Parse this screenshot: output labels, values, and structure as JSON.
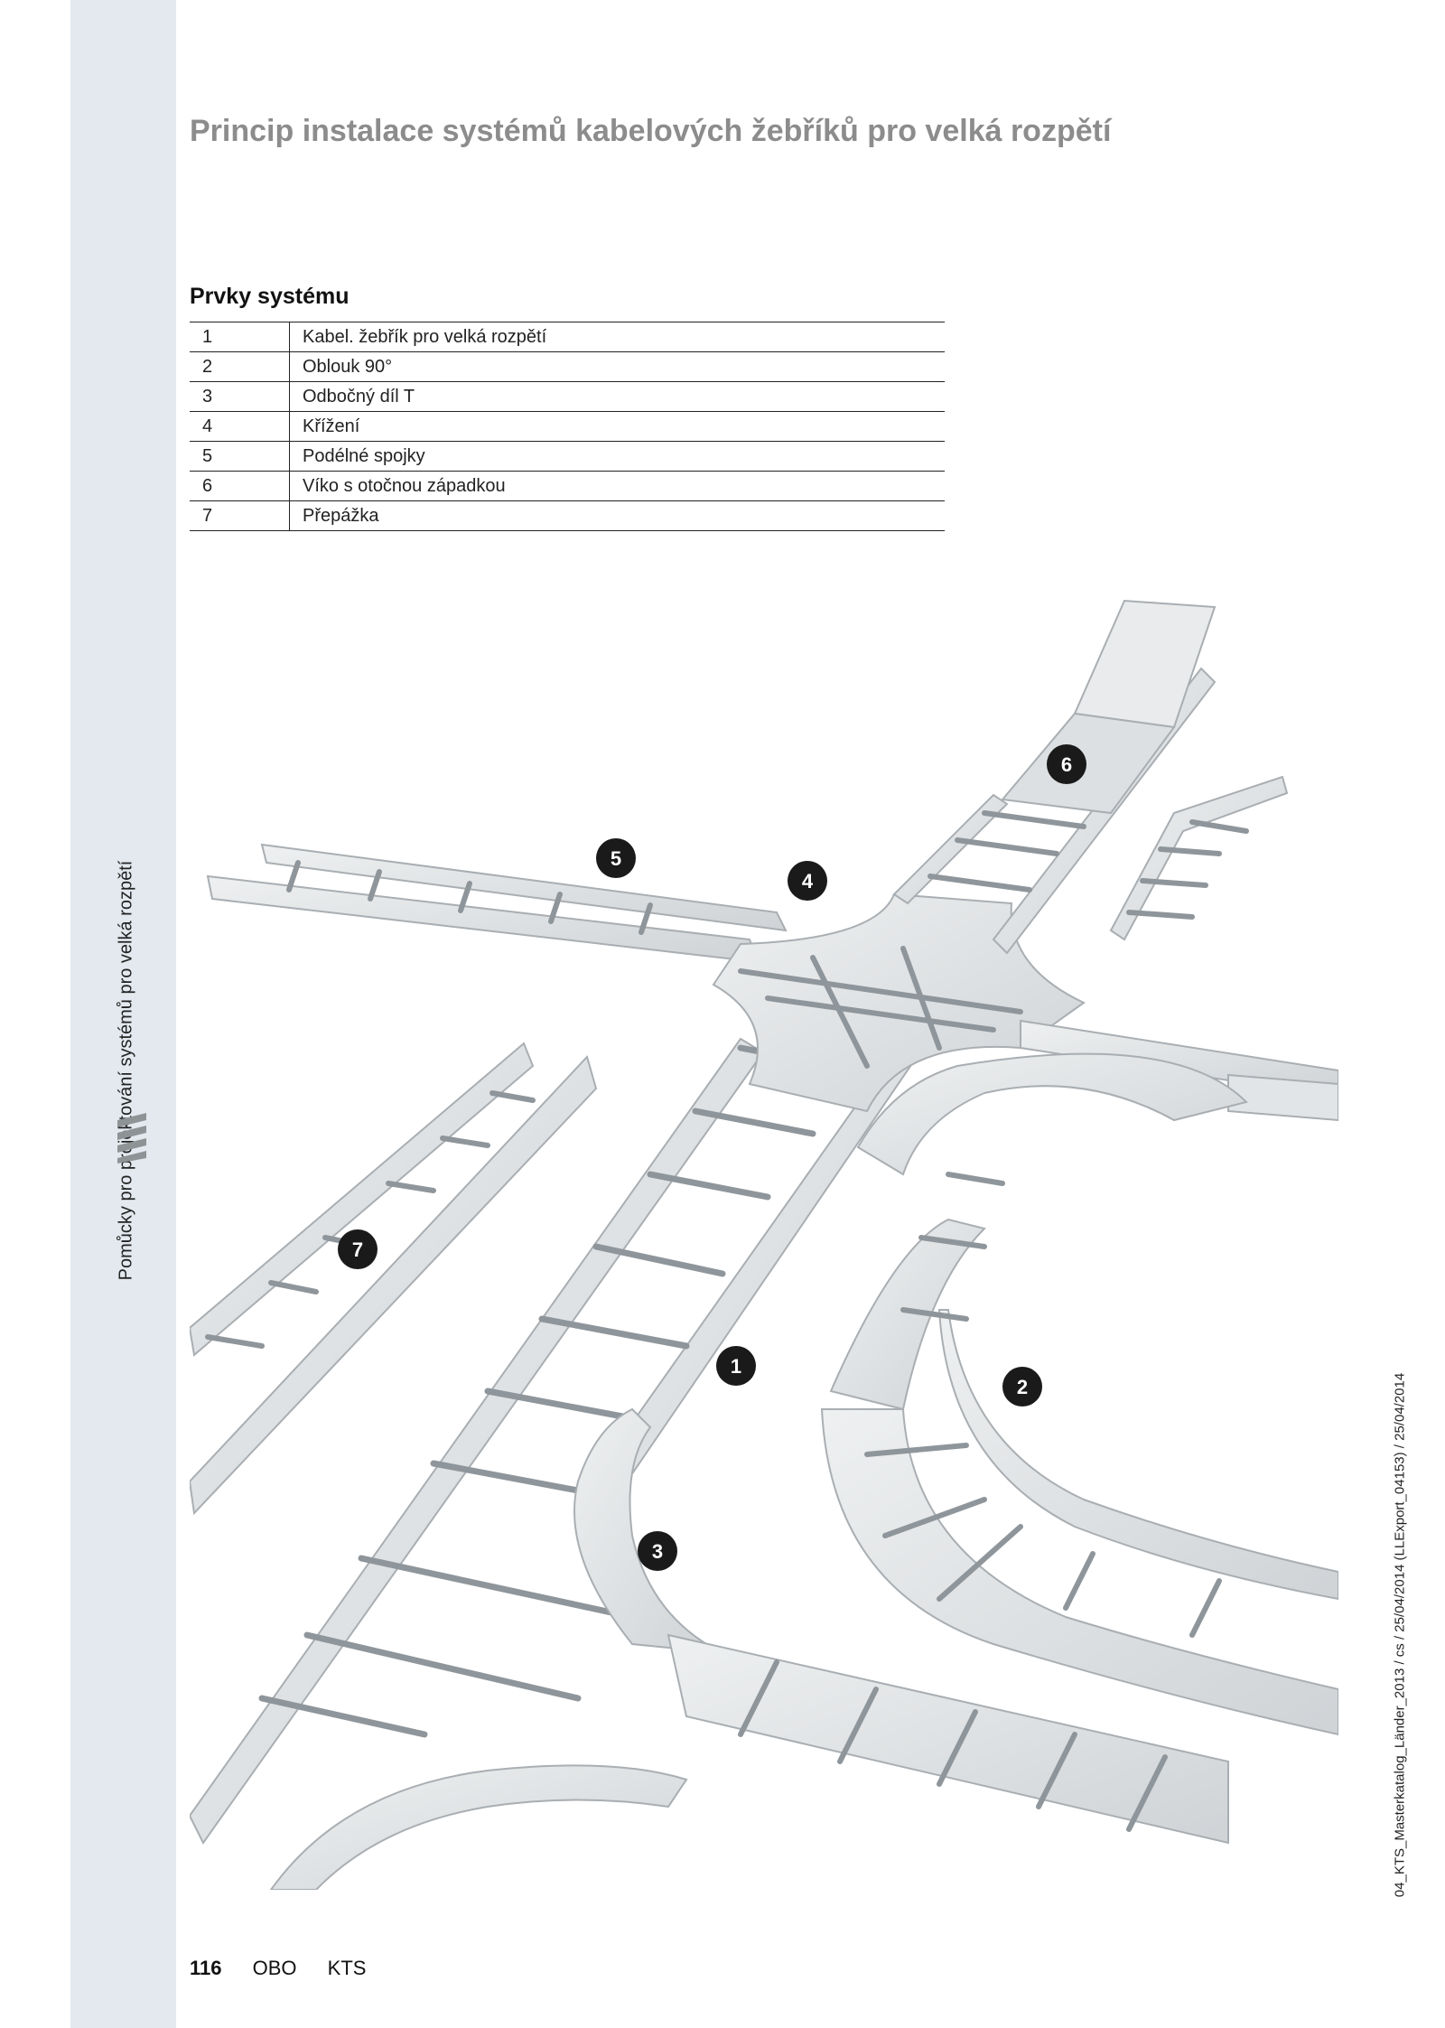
{
  "page": {
    "title": "Princip instalace systémů kabelových žebříků pro velká rozpětí",
    "side_label": "Pomůcky pro projektování systémů pro velká rozpětí",
    "print_meta": "04_KTS_Masterkatalog_Länder_2013 / cs / 25/04/2014 (LLExport_04153) / 25/04/2014"
  },
  "system_elements": {
    "heading": "Prvky systému",
    "items": [
      {
        "number": "1",
        "name": "Kabel. žebřík pro velká rozpětí"
      },
      {
        "number": "2",
        "name": "Oblouk 90°"
      },
      {
        "number": "3",
        "name": "Odbočný díl T"
      },
      {
        "number": "4",
        "name": "Křížení"
      },
      {
        "number": "5",
        "name": "Podélné spojky"
      },
      {
        "number": "6",
        "name": "Víko s otočnou západkou"
      },
      {
        "number": "7",
        "name": "Přepážka"
      }
    ]
  },
  "illustration": {
    "callouts": [
      "1",
      "2",
      "3",
      "4",
      "5",
      "6",
      "7"
    ],
    "colors": {
      "metal": "#dfe2e4",
      "rail_edge": "#a9aeb2",
      "rung": "#8f969b",
      "callout": "#1a1a1a"
    }
  },
  "footer": {
    "page_number": "116",
    "brand": "OBO",
    "section": "KTS"
  }
}
